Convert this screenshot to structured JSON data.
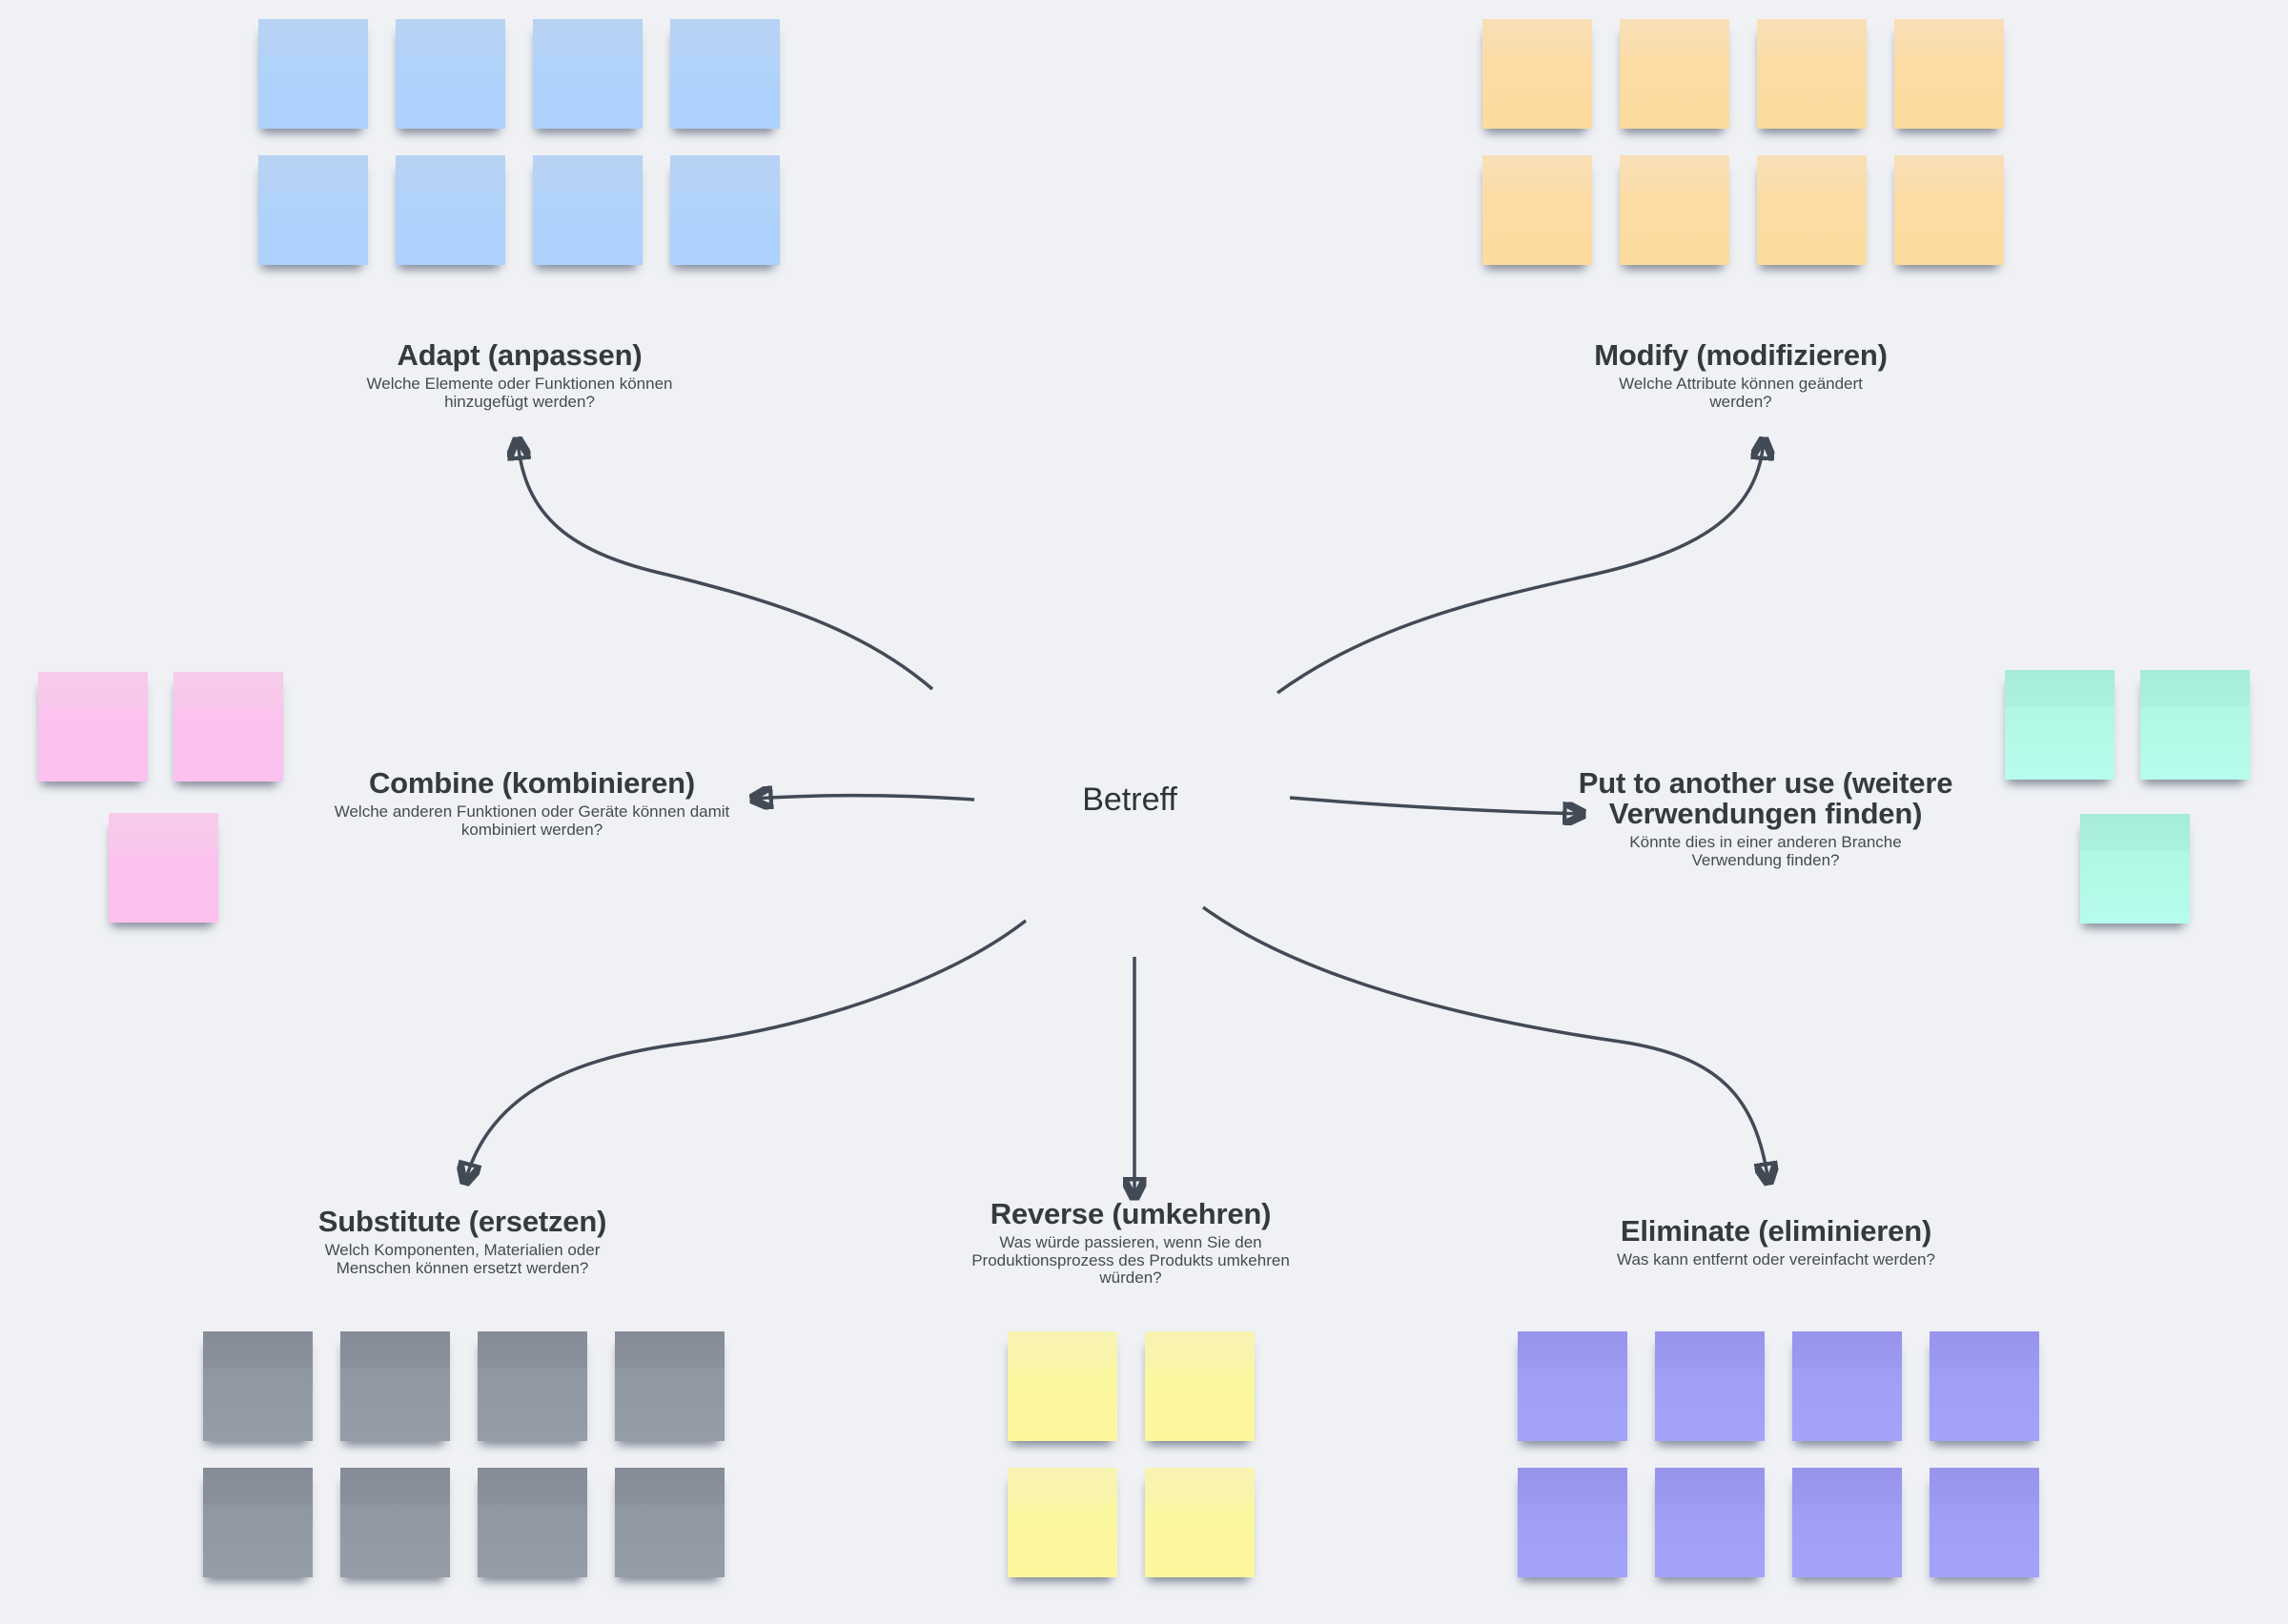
{
  "center_node": {
    "label": "Betreff"
  },
  "colors": {
    "background": "#eff1f4",
    "arrow": "#424a56",
    "title_text": "#36393e",
    "subtitle_text": "#474a50",
    "notes": {
      "blue": "#add2fd",
      "orange": "#fcdb9d",
      "pink": "#fcc1ef",
      "teal": "#b7fcec",
      "gray": "#949da8",
      "yellow": "#fcf79d",
      "purple": "#a3a3fa"
    }
  },
  "sections": [
    {
      "id": "adapt",
      "title_lines": [
        "Adapt (anpassen)"
      ],
      "subtitle_lines": [
        "Welche Elemente oder Funktionen können",
        "hinzugefügt werden?"
      ],
      "note_color": "blue",
      "note_count": 8
    },
    {
      "id": "modify",
      "title_lines": [
        "Modify (modifizieren)"
      ],
      "subtitle_lines": [
        "Welche Attribute können geändert",
        "werden?"
      ],
      "note_color": "orange",
      "note_count": 8
    },
    {
      "id": "combine",
      "title_lines": [
        "Combine (kombinieren)"
      ],
      "subtitle_lines": [
        "Welche anderen Funktionen oder Geräte können damit",
        "kombiniert werden?"
      ],
      "note_color": "pink",
      "note_count": 3
    },
    {
      "id": "put-to-another-use",
      "title_lines": [
        "Put to another use (weitere",
        "Verwendungen finden)"
      ],
      "subtitle_lines": [
        "Könnte dies in einer anderen Branche",
        "Verwendung finden?"
      ],
      "note_color": "teal",
      "note_count": 3
    },
    {
      "id": "substitute",
      "title_lines": [
        "Substitute (ersetzen)"
      ],
      "subtitle_lines": [
        "Welch Komponenten, Materialien oder",
        "Menschen können ersetzt werden?"
      ],
      "note_color": "gray",
      "note_count": 8
    },
    {
      "id": "reverse",
      "title_lines": [
        "Reverse (umkehren)"
      ],
      "subtitle_lines": [
        "Was würde passieren, wenn Sie den",
        "Produktionsprozess des Produkts umkehren",
        "würden?"
      ],
      "note_color": "yellow",
      "note_count": 4
    },
    {
      "id": "eliminate",
      "title_lines": [
        "Eliminate (eliminieren)"
      ],
      "subtitle_lines": [
        "Was kann entfernt oder vereinfacht werden?"
      ],
      "note_color": "purple",
      "note_count": 8
    }
  ]
}
